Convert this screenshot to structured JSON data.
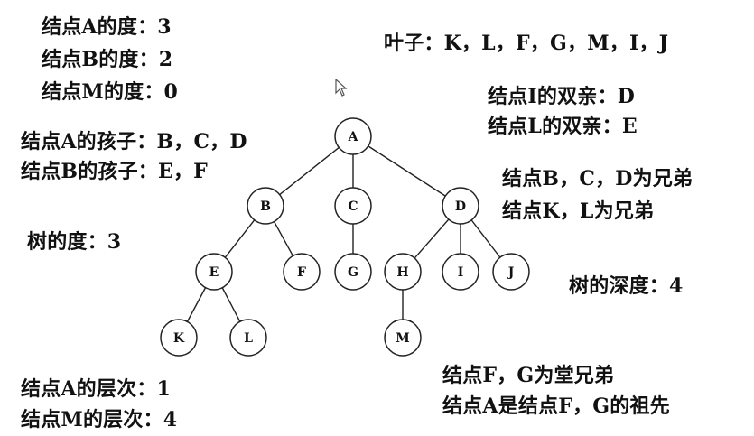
{
  "annotations": {
    "degree_a": "结点A的度：3",
    "degree_b": "结点B的度：2",
    "degree_m": "结点M的度：0",
    "children_a": "结点A的孩子：B，C，D",
    "children_b": "结点B的孩子：E，F",
    "tree_degree": "树的度：3",
    "level_a": "结点A的层次：1",
    "level_m": "结点M的层次：4",
    "leaves": "叶子：K，L，F，G，M，I，J",
    "parent_i": "结点I的双亲：D",
    "parent_l": "结点L的双亲：E",
    "siblings_bcd": "结点B，C，D为兄弟",
    "siblings_kl": "结点K，L为兄弟",
    "tree_depth": "树的深度：4",
    "cousins_fg": "结点F，G为堂兄弟",
    "ancestor_a": "结点A是结点F，G的祖先"
  },
  "tree": {
    "nodes": {
      "A": "A",
      "B": "B",
      "C": "C",
      "D": "D",
      "E": "E",
      "F": "F",
      "G": "G",
      "H": "H",
      "I": "I",
      "J": "J",
      "K": "K",
      "L": "L",
      "M": "M"
    },
    "edges": [
      [
        "A",
        "B"
      ],
      [
        "A",
        "C"
      ],
      [
        "A",
        "D"
      ],
      [
        "B",
        "E"
      ],
      [
        "B",
        "F"
      ],
      [
        "C",
        "G"
      ],
      [
        "D",
        "H"
      ],
      [
        "D",
        "I"
      ],
      [
        "D",
        "J"
      ],
      [
        "E",
        "K"
      ],
      [
        "E",
        "L"
      ],
      [
        "H",
        "M"
      ]
    ]
  },
  "cursor_icon": "mouse-pointer-icon"
}
